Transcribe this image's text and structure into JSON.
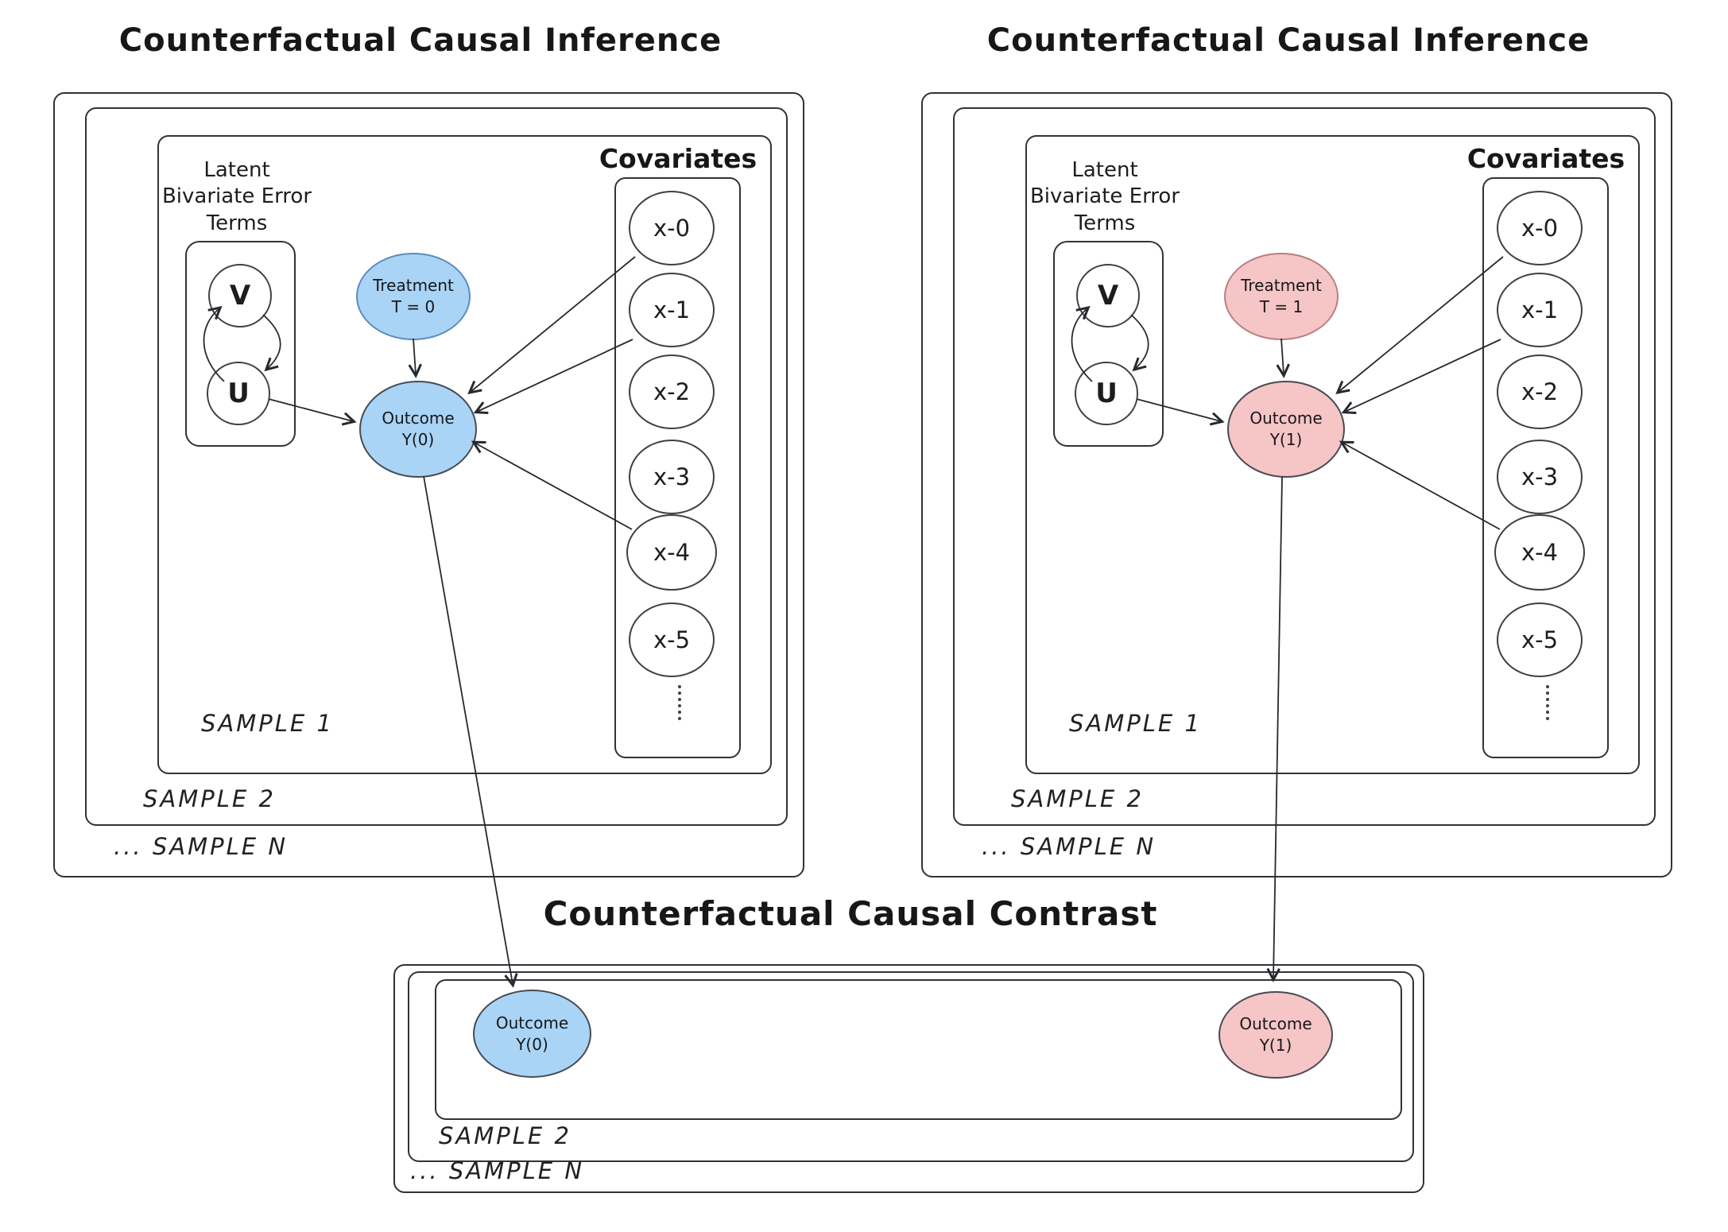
{
  "panels": [
    {
      "title": "Counterfactual Causal Inference",
      "latent_label": [
        "Latent",
        "Bivariate Error",
        "Terms"
      ],
      "v_node": "V",
      "u_node": "U",
      "treatment": [
        "Treatment",
        "T = 0"
      ],
      "outcome": [
        "Outcome",
        "Y(0)"
      ],
      "covariates_title": "Covariates",
      "covariate_labels": [
        "x-0",
        "x-1",
        "x-2",
        "x-3",
        "x-4",
        "x-5"
      ],
      "samples": [
        "SAMPLE 1",
        "SAMPLE 2",
        "... SAMPLE N"
      ]
    },
    {
      "title": "Counterfactual Causal Inference",
      "latent_label": [
        "Latent",
        "Bivariate Error",
        "Terms"
      ],
      "v_node": "V",
      "u_node": "U",
      "treatment": [
        "Treatment",
        "T = 1"
      ],
      "outcome": [
        "Outcome",
        "Y(1)"
      ],
      "covariates_title": "Covariates",
      "covariate_labels": [
        "x-0",
        "x-1",
        "x-2",
        "x-3",
        "x-4",
        "x-5"
      ],
      "samples": [
        "SAMPLE 1",
        "SAMPLE 2",
        "... SAMPLE N"
      ]
    }
  ],
  "contrast": {
    "title": "Counterfactual Causal Contrast",
    "outcome_control": [
      "Outcome",
      "Y(0)"
    ],
    "outcome_treated": [
      "Outcome",
      "Y(1)"
    ],
    "samples": [
      "SAMPLE 2",
      "... SAMPLE N"
    ]
  },
  "colors": {
    "control_fill": "#a9d4f6",
    "treated_fill": "#f6c5c6",
    "ink": "#26292e"
  }
}
